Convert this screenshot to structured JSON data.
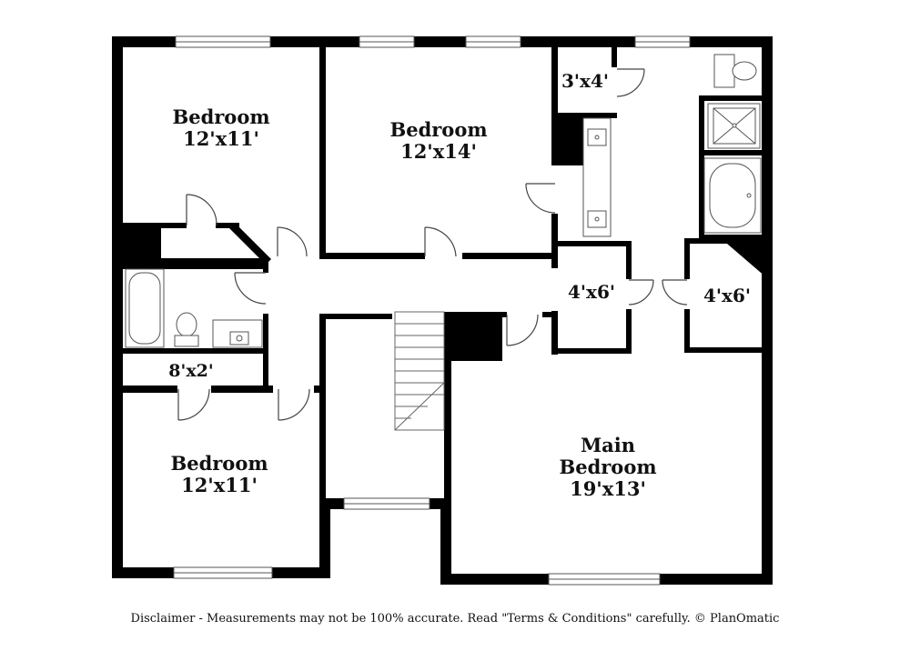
{
  "rooms": [
    {
      "id": "bedroom-nw",
      "name": "Bedroom",
      "size": "12'x11'"
    },
    {
      "id": "bedroom-n",
      "name": "Bedroom",
      "size": "12'x14'"
    },
    {
      "id": "bedroom-sw",
      "name": "Bedroom",
      "size": "12'x11'"
    },
    {
      "id": "main-bedroom",
      "name_line1": "Main",
      "name_line2": "Bedroom",
      "size": "19'x13'"
    },
    {
      "id": "closet-3x4",
      "size": "3'x4'"
    },
    {
      "id": "closet-4x6-left",
      "size": "4'x6'"
    },
    {
      "id": "closet-4x6-right",
      "size": "4'x6'"
    },
    {
      "id": "closet-8x2",
      "size": "8'x2'"
    }
  ],
  "disclaimer": "Disclaimer - Measurements may not be 100% accurate. Read \"Terms & Conditions\" carefully. © PlanOmatic"
}
